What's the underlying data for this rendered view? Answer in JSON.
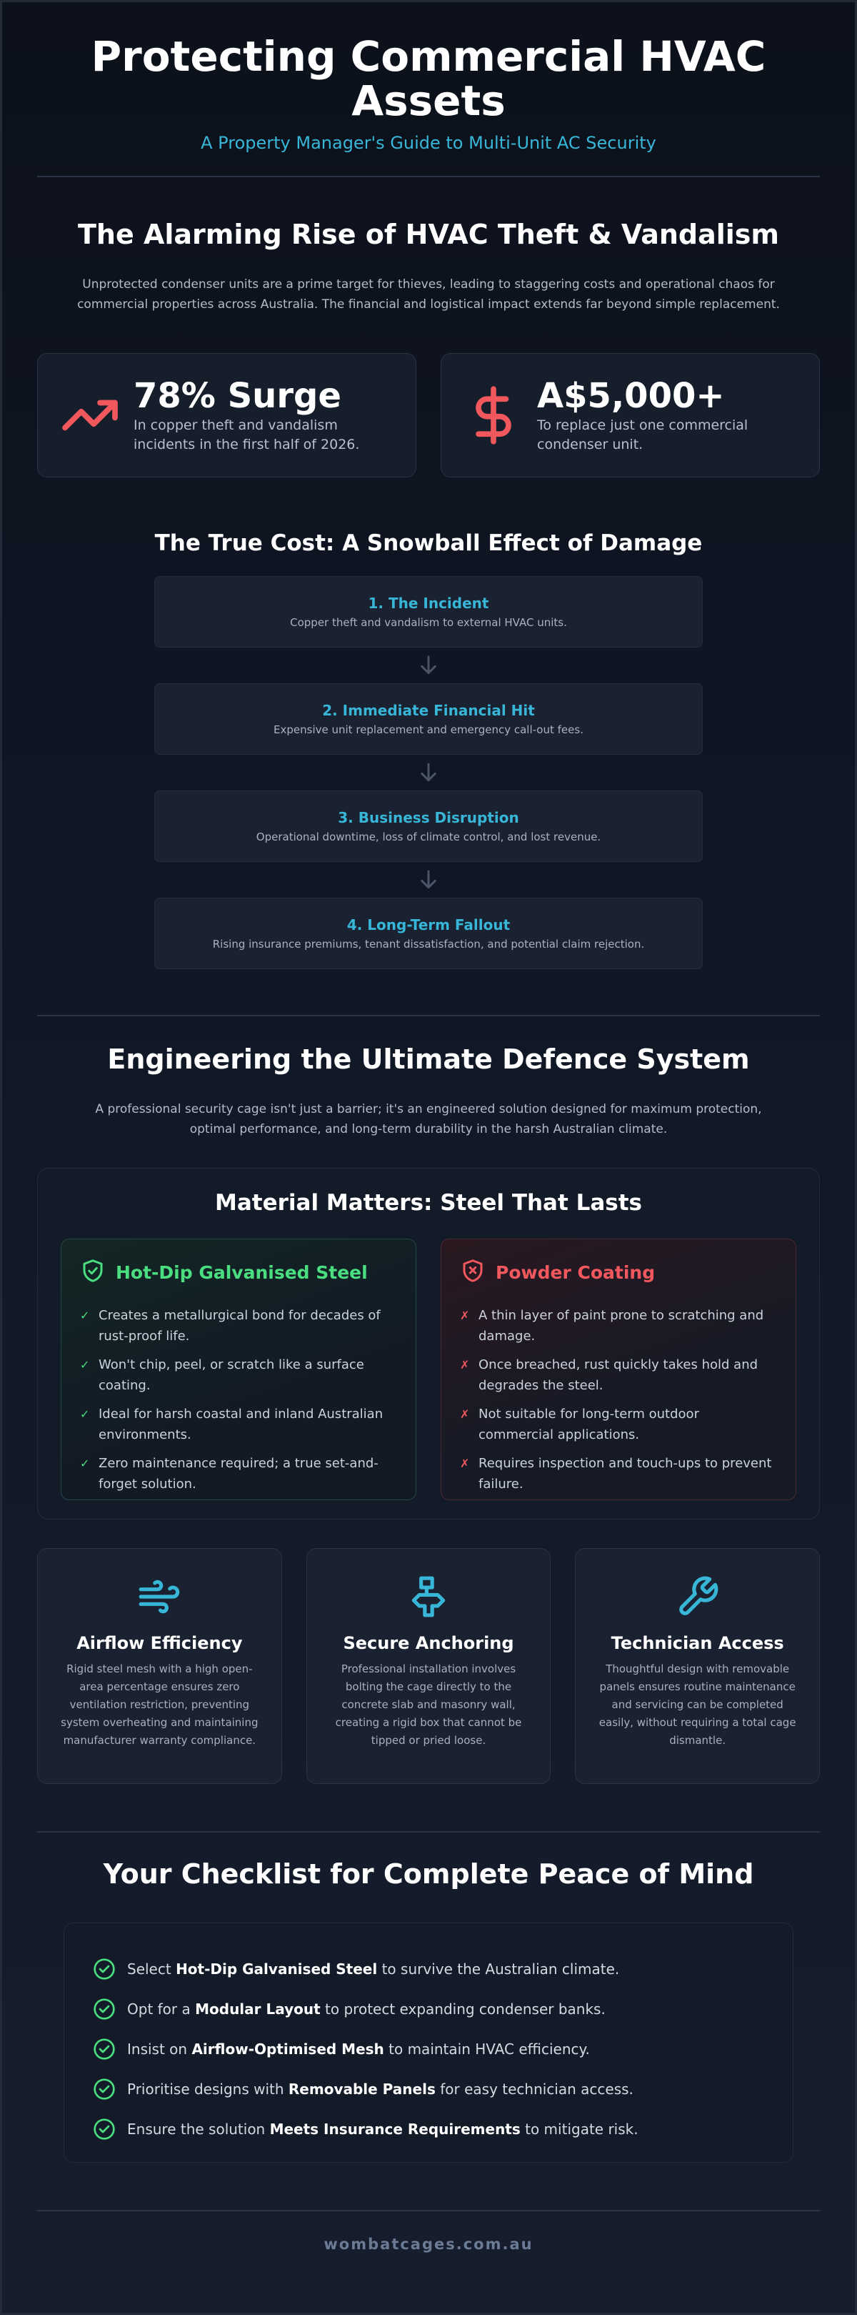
{
  "header": {
    "title": "Protecting Commercial HVAC Assets",
    "subtitle": "A Property Manager's Guide to Multi-Unit AC Security"
  },
  "theft_section": {
    "title": "The Alarming Rise of HVAC Theft & Vandalism",
    "lead": "Unprotected condenser units are a prime target for thieves, leading to staggering costs and operational chaos for commercial properties across Australia. The financial and logistical impact extends far beyond simple replacement.",
    "stats": [
      {
        "icon": "trend-up-icon",
        "value": "78% Surge",
        "desc": "In copper theft and vandalism incidents in the first half of 2026."
      },
      {
        "icon": "dollar-icon",
        "value": "A$5,000+",
        "desc": "To replace just one commercial condenser unit."
      }
    ]
  },
  "snowball": {
    "title": "The True Cost: A Snowball Effect of Damage",
    "steps": [
      {
        "title": "1. The Incident",
        "desc": "Copper theft and vandalism to external HVAC units."
      },
      {
        "title": "2. Immediate Financial Hit",
        "desc": "Expensive unit replacement and emergency call-out fees."
      },
      {
        "title": "3. Business Disruption",
        "desc": "Operational downtime, loss of climate control, and lost revenue."
      },
      {
        "title": "4. Long-Term Fallout",
        "desc": "Rising insurance premiums, tenant dissatisfaction, and potential claim rejection."
      }
    ]
  },
  "defence": {
    "title": "Engineering the Ultimate Defence System",
    "lead": "A professional security cage isn't just a barrier; it's an engineered solution designed for maximum protection, optimal performance, and long-term durability in the harsh Australian climate.",
    "materials": {
      "title": "Material Matters: Steel That Lasts",
      "good": {
        "title": "Hot-Dip Galvanised Steel",
        "mark": "✓",
        "items": [
          "Creates a metallurgical bond for decades of rust-proof life.",
          "Won't chip, peel, or scratch like a surface coating.",
          "Ideal for harsh coastal and inland Australian environments.",
          "Zero maintenance required; a true set-and-forget solution."
        ]
      },
      "bad": {
        "title": "Powder Coating",
        "mark": "✗",
        "items": [
          "A thin layer of paint prone to scratching and damage.",
          "Once breached, rust quickly takes hold and degrades the steel.",
          "Not suitable for long-term outdoor commercial applications.",
          "Requires inspection and touch-ups to prevent failure."
        ]
      }
    },
    "features": [
      {
        "icon": "wind-icon",
        "title": "Airflow Efficiency",
        "desc": "Rigid steel mesh with a high open-area percentage ensures zero ventilation restriction, preventing system overheating and maintaining manufacturer warranty compliance."
      },
      {
        "icon": "anchor-bolt-icon",
        "title": "Secure Anchoring",
        "desc": "Professional installation involves bolting the cage directly to the concrete slab and masonry wall, creating a rigid box that cannot be tipped or pried loose."
      },
      {
        "icon": "wrench-icon",
        "title": "Technician Access",
        "desc": "Thoughtful design with removable panels ensures routine maintenance and servicing can be completed easily, without requiring a total cage dismantle."
      }
    ]
  },
  "checklist": {
    "title": "Your Checklist for Complete Peace of Mind",
    "items": [
      {
        "pre": "Select ",
        "bold": "Hot-Dip Galvanised Steel",
        "post": " to survive the Australian climate."
      },
      {
        "pre": "Opt for a ",
        "bold": "Modular Layout",
        "post": " to protect expanding condenser banks."
      },
      {
        "pre": "Insist on ",
        "bold": "Airflow-Optimised Mesh",
        "post": " to maintain HVAC efficiency."
      },
      {
        "pre": "Prioritise designs with ",
        "bold": "Removable Panels",
        "post": " for easy technician access."
      },
      {
        "pre": "Ensure the solution ",
        "bold": "Meets Insurance Requirements",
        "post": " to mitigate risk."
      }
    ]
  },
  "footer": {
    "site": "wombatcages.com.au"
  },
  "colors": {
    "accent": "#38b6d8",
    "good": "#4ade80",
    "bad": "#f0585e",
    "background": "#0c111b"
  }
}
